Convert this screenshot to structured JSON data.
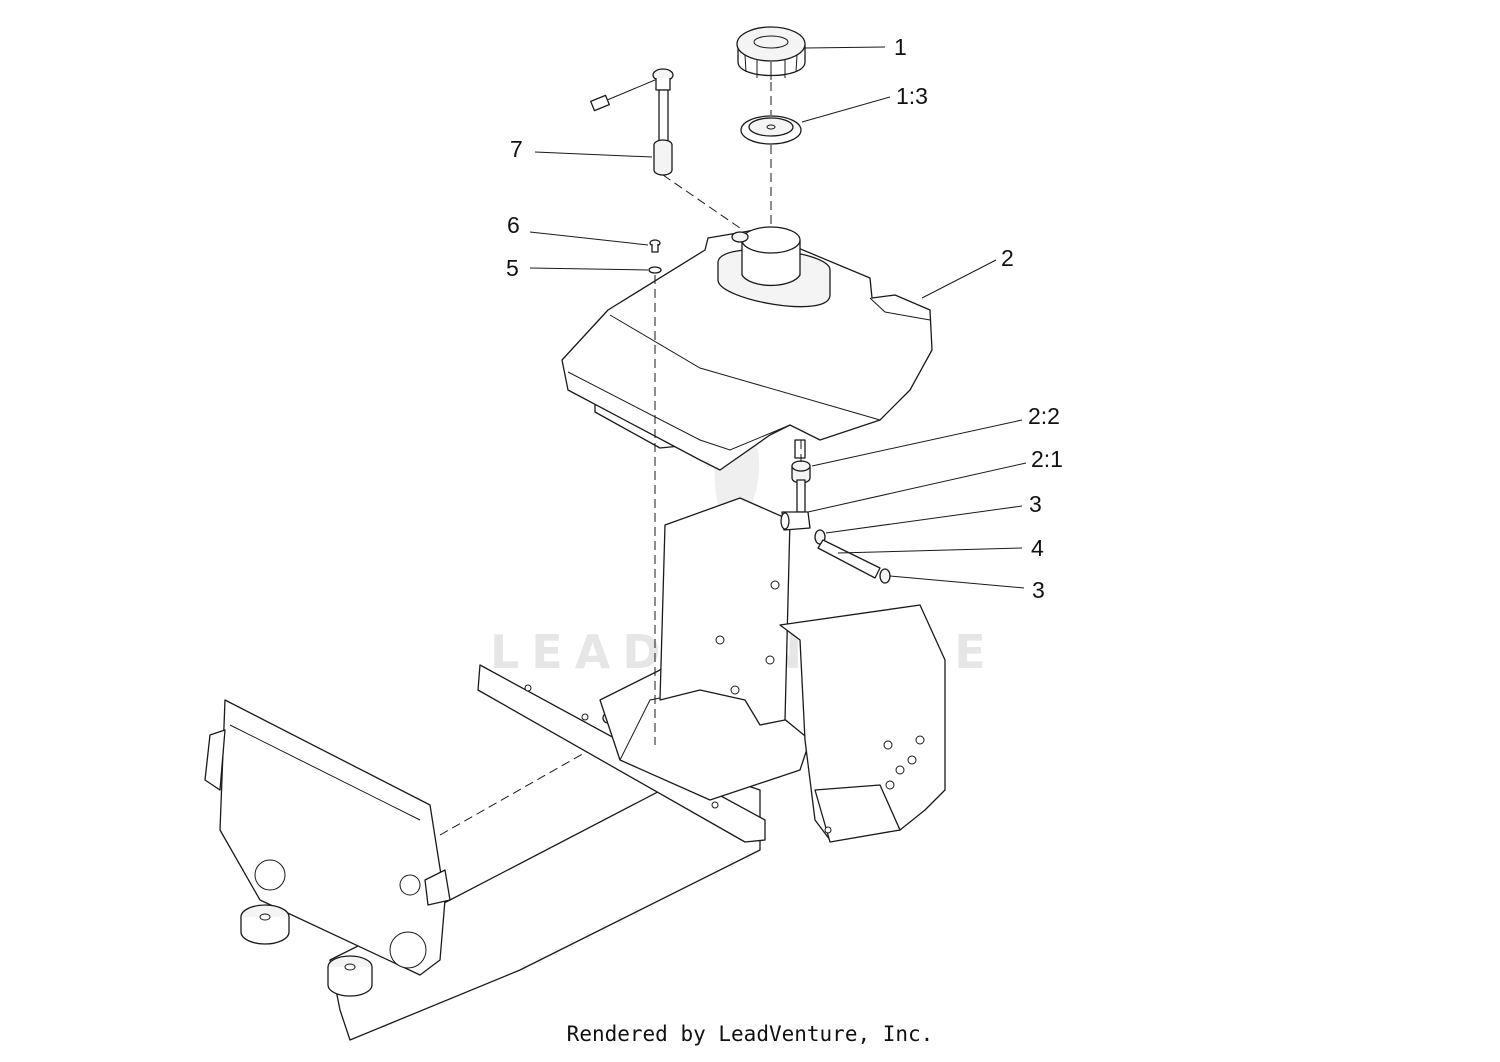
{
  "watermark": {
    "text": "LEADVENTURE"
  },
  "footer": {
    "text": "Rendered by LeadVenture, Inc."
  },
  "callouts": [
    {
      "id": "c1",
      "label": "1"
    },
    {
      "id": "c13",
      "label": "1:3"
    },
    {
      "id": "c7",
      "label": "7"
    },
    {
      "id": "c6",
      "label": "6"
    },
    {
      "id": "c5",
      "label": "5"
    },
    {
      "id": "c2",
      "label": "2"
    },
    {
      "id": "c22",
      "label": "2:2"
    },
    {
      "id": "c21",
      "label": "2:1"
    },
    {
      "id": "c3a",
      "label": "3"
    },
    {
      "id": "c4",
      "label": "4"
    },
    {
      "id": "c3b",
      "label": "3"
    }
  ]
}
